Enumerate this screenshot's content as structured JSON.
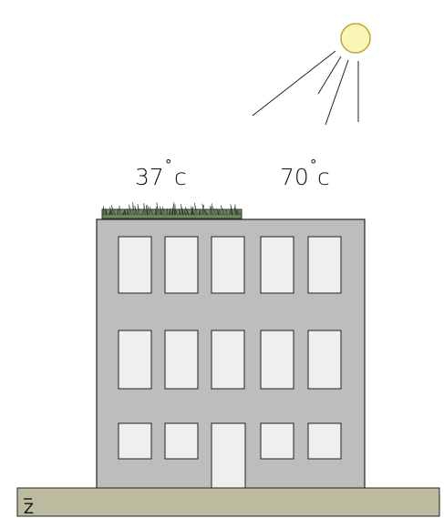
{
  "labels": {
    "roof_temp_value": "37",
    "roof_temp_unit": "c",
    "ambient_temp_value": "70",
    "ambient_temp_unit": "c",
    "degree_symbol": "°",
    "ground_label": "Z"
  },
  "colors": {
    "sun_fill": "#fbf5b8",
    "sun_stroke": "#b8a83a",
    "building": "#bdbdbd",
    "window": "#efefef",
    "ground": "#bdbb9f",
    "grass_dark": "#2d3b2a",
    "grass_light": "#6f8a62",
    "line": "#222222"
  }
}
